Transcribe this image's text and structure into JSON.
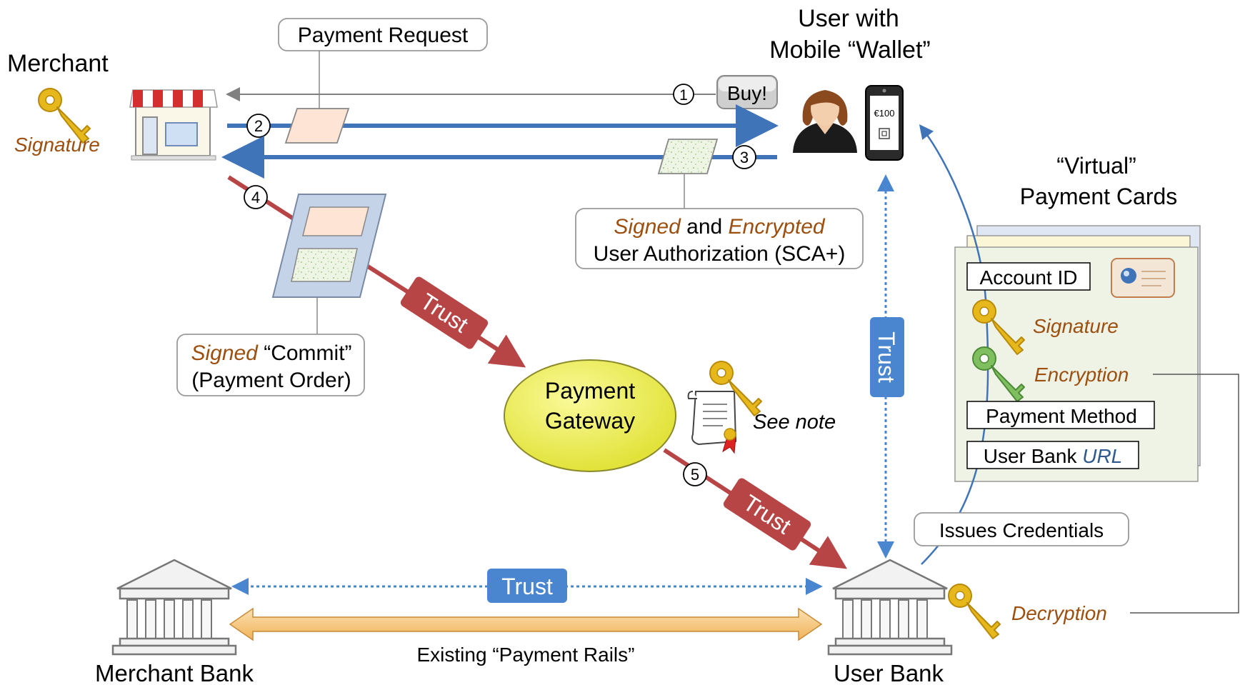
{
  "labels": {
    "merchant": "Merchant",
    "merchant_signature": "Signature",
    "payment_request": "Payment Request",
    "user_line1": "User with",
    "user_line2": "Mobile “Wallet”",
    "buy": "Buy!",
    "wallet_amount": "€100",
    "steps": [
      "①",
      "②",
      "③",
      "④",
      "⑤"
    ],
    "user_auth": {
      "signed": "Signed",
      "and": "and",
      "encrypted": "Encrypted",
      "line2": "User Authorization (SCA+)"
    },
    "commit": {
      "signed": "Signed",
      "rest": "“Commit”",
      "line2": "(Payment Order)"
    },
    "gateway_line1": "Payment",
    "gateway_line2": "Gateway",
    "see_note": "See note",
    "trust": "Trust",
    "virtual_cards_line1": "“Virtual”",
    "virtual_cards_line2": "Payment Cards",
    "card": {
      "account_id": "Account ID",
      "signature": "Signature",
      "encryption": "Encryption",
      "payment_method": "Payment Method",
      "user_bank": "User Bank",
      "url": "URL"
    },
    "issues_credentials": "Issues Credentials",
    "decryption": "Decryption",
    "existing_rails": "Existing “Payment Rails”",
    "merchant_bank": "Merchant Bank",
    "user_bank": "User Bank"
  },
  "colors": {
    "flow_blue": "#3f74b8",
    "trust_red": "#b84545",
    "trust_box_blue": "#4a86cf",
    "gateway_yellow": "#eeee44",
    "key_gold": "#e6b81c",
    "key_green": "#7fbf5f",
    "orange_text": "#9c4f0f",
    "rails_orange": "#f3c27a"
  }
}
